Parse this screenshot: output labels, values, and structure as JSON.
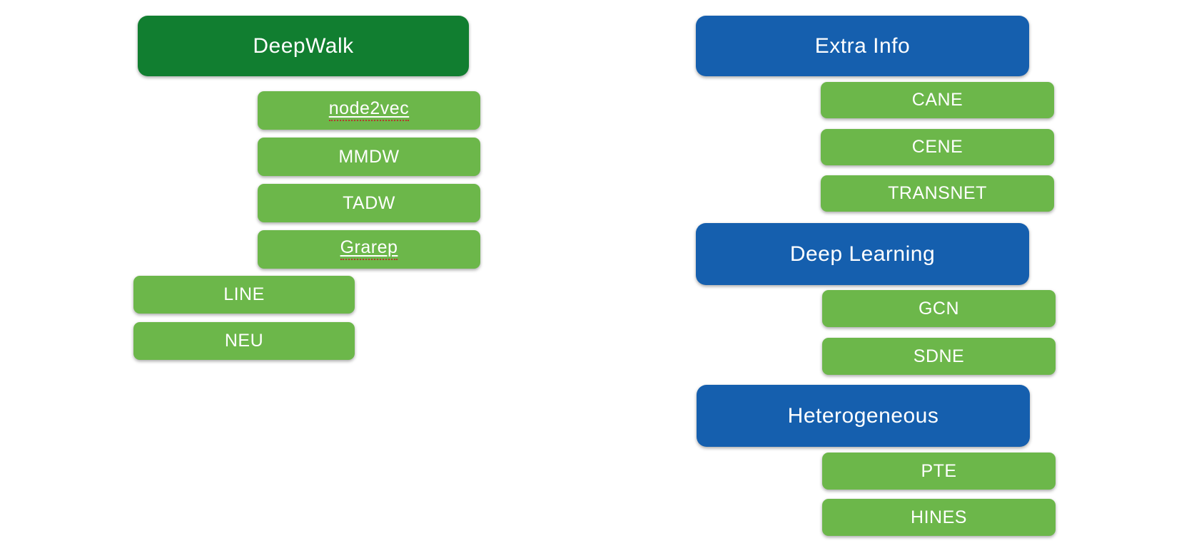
{
  "colors": {
    "background": "#FFFFFF",
    "header_dark_green": "#117E30",
    "header_blue": "#155FAE",
    "item_green": "#6CB74A",
    "text": "#FFFFFF",
    "spellcheck_red": "#B4372C"
  },
  "diagram": {
    "left_group": {
      "root": {
        "label": "DeepWalk"
      },
      "children": [
        {
          "label": "node2vec",
          "spellcheck": true
        },
        {
          "label": "MMDW",
          "spellcheck": false
        },
        {
          "label": "TADW",
          "spellcheck": false
        },
        {
          "label": "Grarep",
          "spellcheck": true
        },
        {
          "label": "LINE",
          "spellcheck": false
        },
        {
          "label": "NEU",
          "spellcheck": false
        }
      ]
    },
    "right_group": {
      "sections": [
        {
          "header": "Extra Info",
          "children": [
            {
              "label": "CANE"
            },
            {
              "label": "CENE"
            },
            {
              "label": "TRANSNET"
            }
          ]
        },
        {
          "header": "Deep Learning",
          "children": [
            {
              "label": "GCN"
            },
            {
              "label": "SDNE"
            }
          ]
        },
        {
          "header": "Heterogeneous",
          "children": [
            {
              "label": "PTE"
            },
            {
              "label": "HINES"
            }
          ]
        }
      ]
    }
  }
}
